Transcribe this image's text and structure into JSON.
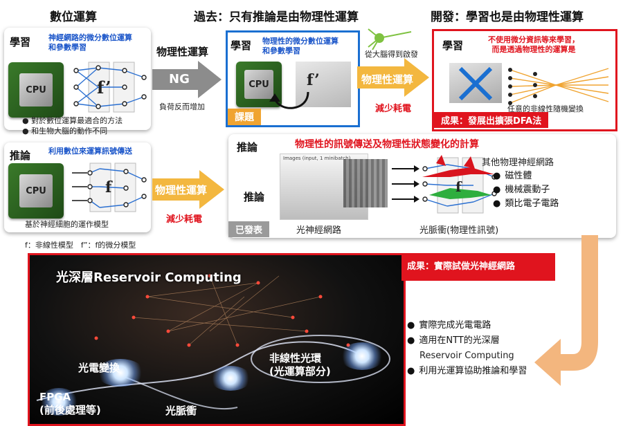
{
  "headers": {
    "digital": "數位運算",
    "past": "過去：只有推論是由物理性運算",
    "dev": "開發：學習也是由物理性運算"
  },
  "panel_learn_digital": {
    "label": "學習",
    "desc": "神經網路的微分數位運算\n和參數學習",
    "chip": "CPU",
    "func": "f’",
    "bullets": [
      "對於數位運算最適合的方法",
      "和生物大腦的動作不同"
    ]
  },
  "arrow_ng": {
    "top": "物理性運算",
    "mid": "NG",
    "bottom": "負荷反而增加"
  },
  "panel_learn_physical": {
    "label": "學習",
    "desc": "物理性的微分數位運算\n和參數學習",
    "chip": "CPU",
    "func": "f’",
    "tag": "課題"
  },
  "brain": {
    "caption": "從大腦得到啟發"
  },
  "arrow_mid": {
    "label": "物理性運算",
    "below": "減少耗電"
  },
  "panel_dev": {
    "label": "學習",
    "desc": "不使用微分資訊等來學習，\n而是透過物理性的運算是",
    "caption": "任意的非線性隨機變換",
    "result": "成果：發展出擴張DFA法"
  },
  "panel_infer_digital": {
    "label": "推論",
    "desc": "利用數位來運算訊號傳送",
    "chip": "CPU",
    "func": "f",
    "caption": "基於神經細胞的運作模型"
  },
  "arrow_low": {
    "label": "物理性運算",
    "below": "減少耗電"
  },
  "footnote": "f：非線性模型　f”：f的微分模型",
  "panel_infer_physical": {
    "label_top": "推論",
    "label_mid": "推論",
    "title": "物理性的訊號傳送及物理性狀態變化的計算",
    "image_caption": "Images (input, 1 minibatch)",
    "func": "f",
    "other_title": "其他物理神經網路",
    "others": [
      "磁性體",
      "機械震動子",
      "類比電子電路"
    ],
    "tag": "已發表",
    "cap_left": "光神經網路",
    "cap_right": "光脈衝(物理性訊號)"
  },
  "photo": {
    "title": "光深層Reservoir Computing",
    "oe": "光電變換",
    "ring": "非線性光環\n(光運算部分)",
    "fpga": "FPGA\n(前後處理等)",
    "pulse": "光脈衝"
  },
  "result2": "成果：實際試做光神經網路",
  "results": [
    "實際完成光電電路",
    "適用在NTT的光深層",
    "Reservoir Computing",
    "利用光運算協助推論和學習"
  ],
  "colors": {
    "red": "#e0141e",
    "blue": "#1a6fd1",
    "orange": "#f0a431",
    "gray": "#8c8c8c"
  }
}
